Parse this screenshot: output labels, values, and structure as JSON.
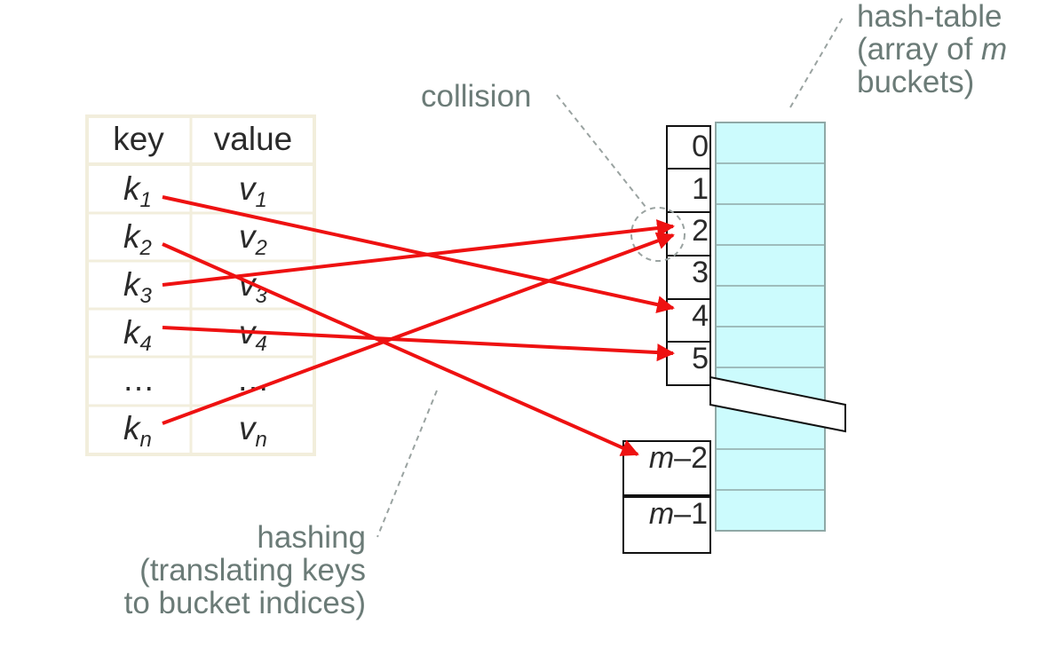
{
  "annotations": {
    "hash_table": [
      "hash-table",
      "(array of ",
      "m",
      "buckets)"
    ],
    "collision": "collision",
    "hashing": [
      "hashing",
      "(translating keys",
      "to bucket indices)"
    ]
  },
  "table": {
    "headers": [
      "key",
      "value"
    ],
    "rows": [
      {
        "k": "k",
        "ks": "1",
        "v": "v",
        "vs": "1"
      },
      {
        "k": "k",
        "ks": "2",
        "v": "v",
        "vs": "2"
      },
      {
        "k": "k",
        "ks": "3",
        "v": "v",
        "vs": "3"
      },
      {
        "k": "k",
        "ks": "4",
        "v": "v",
        "vs": "4"
      },
      {
        "k": "…",
        "ks": "",
        "v": "…",
        "vs": ""
      },
      {
        "k": "k",
        "ks": "n",
        "v": "v",
        "vs": "n"
      }
    ]
  },
  "buckets": {
    "top": [
      "0",
      "1",
      "2",
      "3",
      "4",
      "5"
    ],
    "bottom": [
      {
        "var": "m",
        "suffix": "–2"
      },
      {
        "var": "m",
        "suffix": "–1"
      }
    ]
  },
  "mappings": [
    {
      "key": "k1",
      "bucket": "4"
    },
    {
      "key": "k2",
      "bucket": "m–2"
    },
    {
      "key": "k3",
      "bucket": "2"
    },
    {
      "key": "k4",
      "bucket": "5"
    },
    {
      "key": "kn",
      "bucket": "2"
    }
  ],
  "colors": {
    "arrow": "#ee1111",
    "bucket_fill": "#ccfbfd",
    "bucket_stroke": "#8fa8a6",
    "table_border": "#f2eedc",
    "annotation": "#6b7b77"
  }
}
